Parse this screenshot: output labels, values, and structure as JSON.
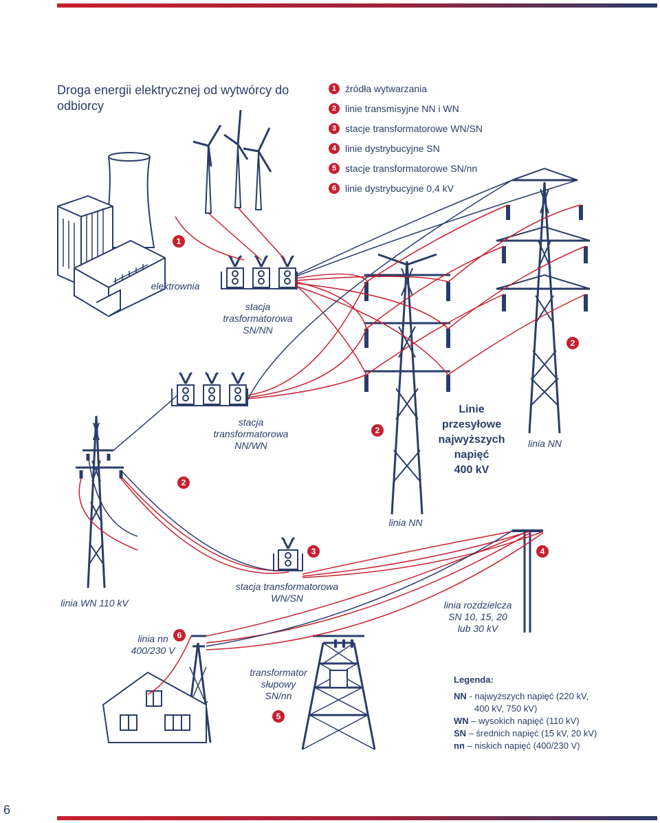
{
  "title": "Droga energii elektrycznej od wytwórcy do odbiorcy",
  "legend_items": [
    {
      "num": "1",
      "label": "źródła wytwarzania"
    },
    {
      "num": "2",
      "label": "linie transmisyjne NN i WN"
    },
    {
      "num": "3",
      "label": "stacje transformatorowe WN/SN"
    },
    {
      "num": "4",
      "label": "linie dystrybucyjne SN"
    },
    {
      "num": "5",
      "label": "stacje transformatorowe SN/nn"
    },
    {
      "num": "6",
      "label": "linie dystrybucyjne 0,4 kV"
    }
  ],
  "labels": {
    "elektrownia": "elektrownia",
    "stacja_sn_nn_1": "stacja",
    "stacja_sn_nn_2": "trasformatorowa",
    "stacja_sn_nn_3": "SN/NN",
    "stacja_nn_wn_1": "stacja",
    "stacja_nn_wn_2": "transformatorowa",
    "stacja_nn_wn_3": "NN/WN",
    "linie_1": "Linie",
    "linie_2": "przesyłowe",
    "linie_3": "najwyższych",
    "linie_4": "napięć",
    "linie_5": "400 kV",
    "linia_nn_right": "linia NN",
    "linia_nn_center": "linia NN",
    "linia_wn": "linia WN 110 kV",
    "stacja_wn_sn_1": "stacja transformatorowa",
    "stacja_wn_sn_2": "WN/SN",
    "linia_rozdz_1": "linia rozdzielcza",
    "linia_rozdz_2": "SN 10, 15, 20",
    "linia_rozdz_3": "lub 30  kV",
    "linia_nnsmall_1": "linia nn",
    "linia_nnsmall_2": "400/230 V",
    "transformator_1": "transformator",
    "transformator_2": "słupowy",
    "transformator_3": "SN/nn"
  },
  "badges": {
    "b1": "1",
    "b2a": "2",
    "b2b": "2",
    "b2c": "2",
    "b3": "3",
    "b4": "4",
    "b5": "5",
    "b6": "6"
  },
  "legenda": {
    "heading": "Legenda:",
    "nn_key": "NN",
    "nn_text": " - najwyższych napięć (220 kV,",
    "nn_text2": "400 kV, 750 kV)",
    "wn_key": "WN",
    "wn_text": " – wysokich napięć (110 kV)",
    "sn_key": "SN",
    "sn_text": " – średnich napięć (15 kV, 20 kV)",
    "nnl_key": "nn",
    "nnl_text": " – niskich napięć (400/230 V)"
  },
  "page_number": "6",
  "colors": {
    "navy": "#2a3d68",
    "red": "#c8202f"
  }
}
